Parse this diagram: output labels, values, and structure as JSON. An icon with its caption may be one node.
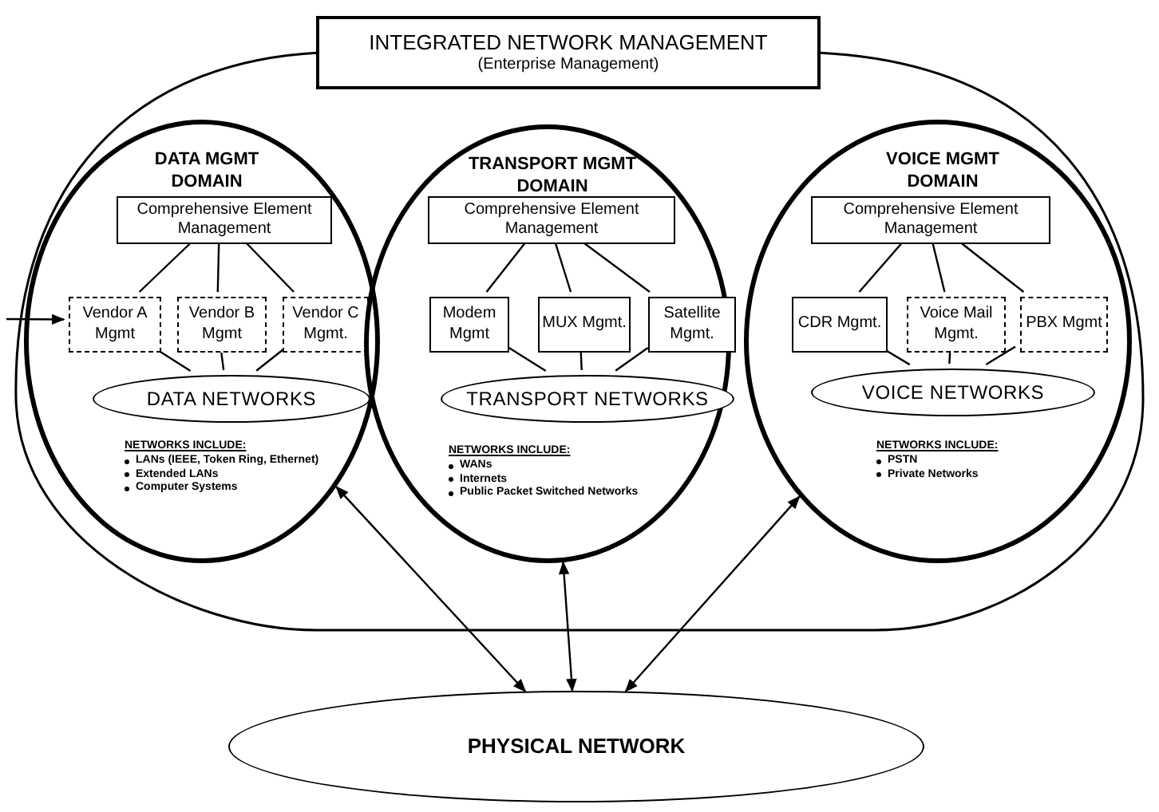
{
  "diagram": {
    "nodes": [
      {
        "text": [
          "INTEGRATED NETWORK MANAGEMENT",
          "(Enterprise Management)"
        ]
      },
      {
        "text": [
          "DATA MGMT DOMAIN",
          "NETWORKS INCLUDE:",
          "LANs (IEEE, Token Ring, Ethernet)",
          "Extended LANs",
          "Computer Systems"
        ],
        "in": 0
      },
      {
        "text": [
          "Comprehensive Element Management"
        ],
        "in": 1
      },
      {
        "text": [
          "Vendor A Mgmt"
        ],
        "in": 1
      },
      {
        "text": [
          "Vendor B Mgmt"
        ],
        "in": 1
      },
      {
        "text": [
          "Vendor C Mgmt."
        ],
        "in": 1
      },
      {
        "text": [
          "DATA NETWORKS"
        ],
        "in": 1
      },
      {
        "text": [
          "TRANSPORT MGMT DOMAIN",
          "NETWORKS INCLUDE:",
          "WANs",
          "Internets",
          "Public Packet Switched Networks"
        ],
        "in": 0
      },
      {
        "text": [
          "Comprehensive Element Management"
        ],
        "in": 7
      },
      {
        "text": [
          "Modem Mgmt"
        ],
        "in": 7
      },
      {
        "text": [
          "MUX Mgmt."
        ],
        "in": 7
      },
      {
        "text": [
          "Satellite Mgmt."
        ],
        "in": 7
      },
      {
        "text": [
          "TRANSPORT NETWORKS"
        ],
        "in": 7
      },
      {
        "text": [
          "VOICE MGMT DOMAIN",
          "NETWORKS INCLUDE:",
          "PSTN",
          "Private Networks"
        ],
        "in": 0
      },
      {
        "text": [
          "Comprehensive Element Management"
        ],
        "in": 13
      },
      {
        "text": [
          "CDR Mgmt."
        ],
        "in": 13
      },
      {
        "text": [
          "Voice Mail Mgmt."
        ],
        "in": 13
      },
      {
        "text": [
          "PBX Mgmt"
        ],
        "in": 13
      },
      {
        "text": [
          "VOICE NETWORKS"
        ],
        "in": 13
      },
      {
        "text": [
          "PHYSICAL NETWORK"
        ]
      }
    ],
    "edges": [
      {
        "from": 2,
        "to": 3,
        "arrow": "none"
      },
      {
        "from": 2,
        "to": 4,
        "arrow": "none"
      },
      {
        "from": 2,
        "to": 5,
        "arrow": "none"
      },
      {
        "from": 3,
        "to": 6,
        "arrow": "none"
      },
      {
        "from": 4,
        "to": 6,
        "arrow": "none"
      },
      {
        "from": 5,
        "to": 6,
        "arrow": "none"
      },
      {
        "from": null,
        "to": 3,
        "arrow": "to"
      },
      {
        "from": 8,
        "to": 9,
        "arrow": "none"
      },
      {
        "from": 8,
        "to": 10,
        "arrow": "none"
      },
      {
        "from": 8,
        "to": 11,
        "arrow": "none"
      },
      {
        "from": 9,
        "to": 12,
        "arrow": "none"
      },
      {
        "from": 10,
        "to": 12,
        "arrow": "none"
      },
      {
        "from": 11,
        "to": 12,
        "arrow": "none"
      },
      {
        "from": 14,
        "to": 15,
        "arrow": "none"
      },
      {
        "from": 14,
        "to": 16,
        "arrow": "none"
      },
      {
        "from": 14,
        "to": 17,
        "arrow": "none"
      },
      {
        "from": 15,
        "to": 18,
        "arrow": "none"
      },
      {
        "from": 16,
        "to": 18,
        "arrow": "none"
      },
      {
        "from": 17,
        "to": 18,
        "arrow": "none"
      },
      {
        "from": 1,
        "to": 19,
        "arrow": "both"
      },
      {
        "from": 7,
        "to": 19,
        "arrow": "both"
      },
      {
        "from": 13,
        "to": 19,
        "arrow": "both"
      }
    ]
  }
}
